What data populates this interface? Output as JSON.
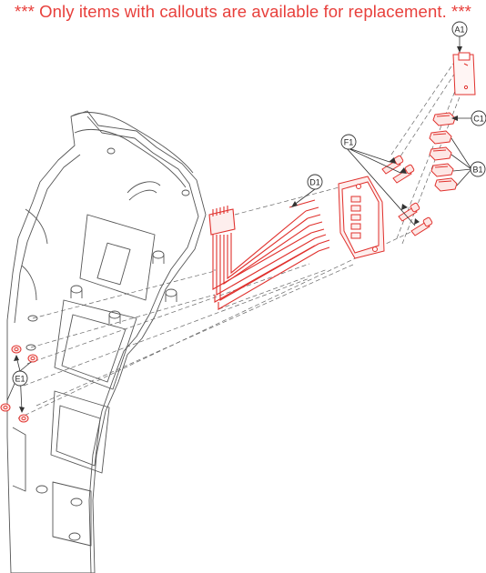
{
  "notice": "*** Only items with callouts are available for replacement. ***",
  "colors": {
    "notice": "#e8403c",
    "highlight": "#e0302c",
    "line": "#555555"
  },
  "callouts": {
    "a1": "A1",
    "b1": "B1",
    "c1": "C1",
    "d1": "D1",
    "e1": "E1",
    "f1": "F1"
  }
}
